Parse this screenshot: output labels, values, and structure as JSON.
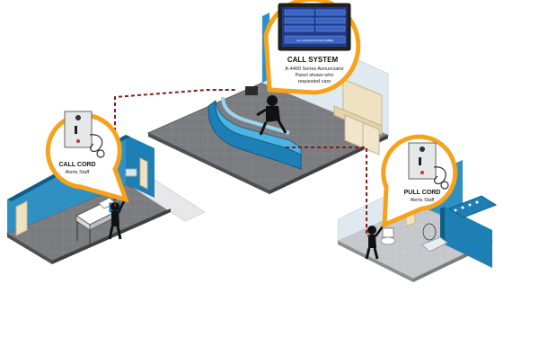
{
  "colors": {
    "accent": "#f7a21b",
    "wall": "#1d7fb4",
    "floor": "#7b7c80",
    "wire": "#8b1a1a",
    "panel": "#1f3c8a"
  },
  "call_system": {
    "title": "CALL SYSTEM",
    "desc_lines": [
      "A-4400 Series Annunciator",
      "Panel shows who",
      "requested care"
    ],
    "panel_footer": "CALL DURATION ROOM NUMBER"
  },
  "call_cord": {
    "title": "CALL CORD",
    "desc": "Alerts Staff"
  },
  "pull_cord": {
    "title": "PULL CORD",
    "desc": "Alerts Staff"
  }
}
